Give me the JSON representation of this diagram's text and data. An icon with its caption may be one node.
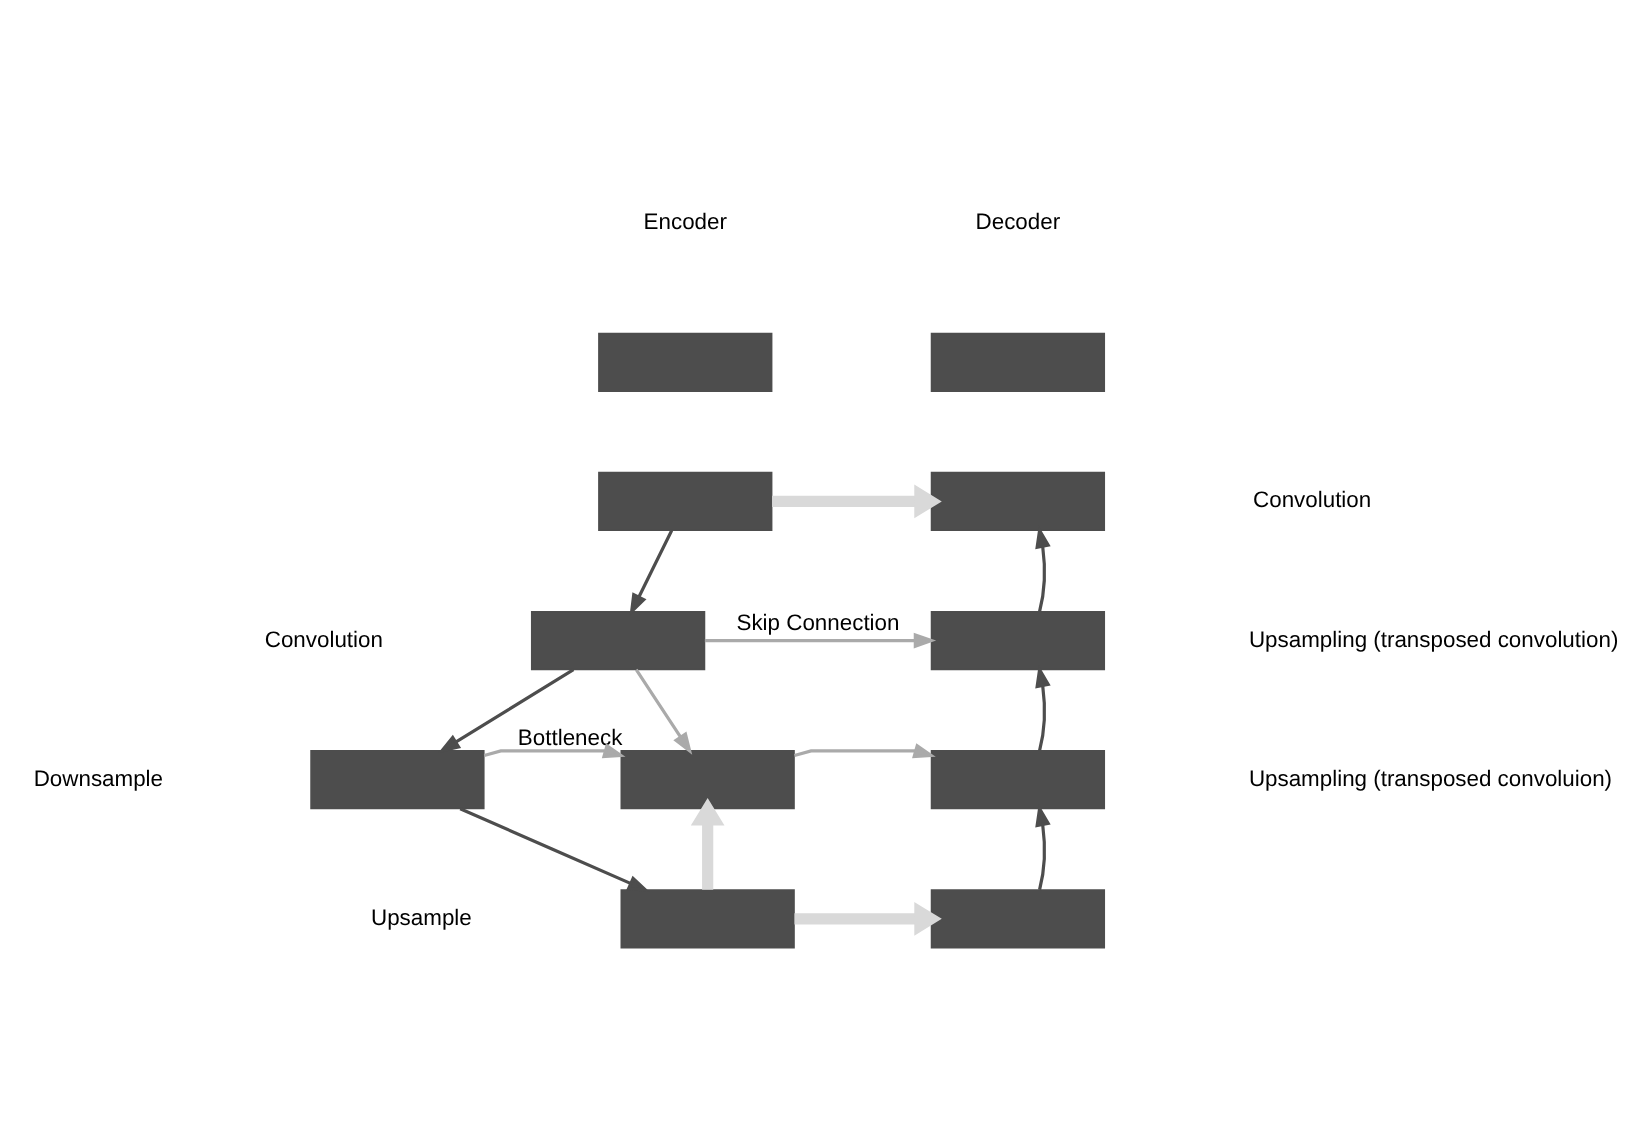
{
  "diagram": {
    "nodes": [
      {
        "text": [],
        "shape": "box"
      },
      {
        "text": [],
        "shape": "box"
      },
      {
        "text": [],
        "shape": "box"
      },
      {
        "text": [],
        "shape": "box"
      },
      {
        "text": [],
        "shape": "box"
      },
      {
        "text": [],
        "shape": "box",
        "beside": [
          "Bottleneck"
        ]
      },
      {
        "text": [],
        "shape": "box"
      },
      {
        "text": [],
        "shape": "box"
      },
      {
        "text": [],
        "shape": "box"
      },
      {
        "text": [],
        "shape": "box"
      },
      {
        "text": [],
        "shape": "box"
      }
    ],
    "edges": [
      {
        "from": 1,
        "to": 7,
        "arrow": "to",
        "style": "thick",
        "color": "#d9d9d9"
      },
      {
        "from": 2,
        "to": 8,
        "arrow": "to",
        "label": "Skip Connection",
        "color": "#aaaaaa"
      },
      {
        "from": 2,
        "to": 5,
        "arrow": "to",
        "color": "#aaaaaa"
      },
      {
        "from": 3,
        "to": 5,
        "arrow": "to",
        "color": "#aaaaaa"
      },
      {
        "from": 5,
        "to": 9,
        "arrow": "to",
        "color": "#aaaaaa"
      },
      {
        "from": 4,
        "to": 10,
        "arrow": "to",
        "style": "thick",
        "color": "#d9d9d9"
      },
      {
        "from": 4,
        "to": 5,
        "arrow": "to",
        "style": "thick",
        "color": "#d9d9d9"
      },
      {
        "from": 1,
        "to": 2,
        "arrow": "to"
      },
      {
        "from": 2,
        "to": 3,
        "arrow": "to"
      },
      {
        "from": 3,
        "to": 4,
        "arrow": "to"
      },
      {
        "from": 8,
        "to": 7,
        "arrow": "to"
      },
      {
        "from": 9,
        "to": 8,
        "arrow": "to"
      },
      {
        "from": 10,
        "to": 9,
        "arrow": "to"
      }
    ],
    "labels": [
      "Encoder",
      "Decoder",
      "Convolution",
      "Downsample",
      "Upsample",
      "Convolution",
      "Upsampling (transposed convolution)",
      "Upsampling (transposed convoluion)"
    ]
  }
}
